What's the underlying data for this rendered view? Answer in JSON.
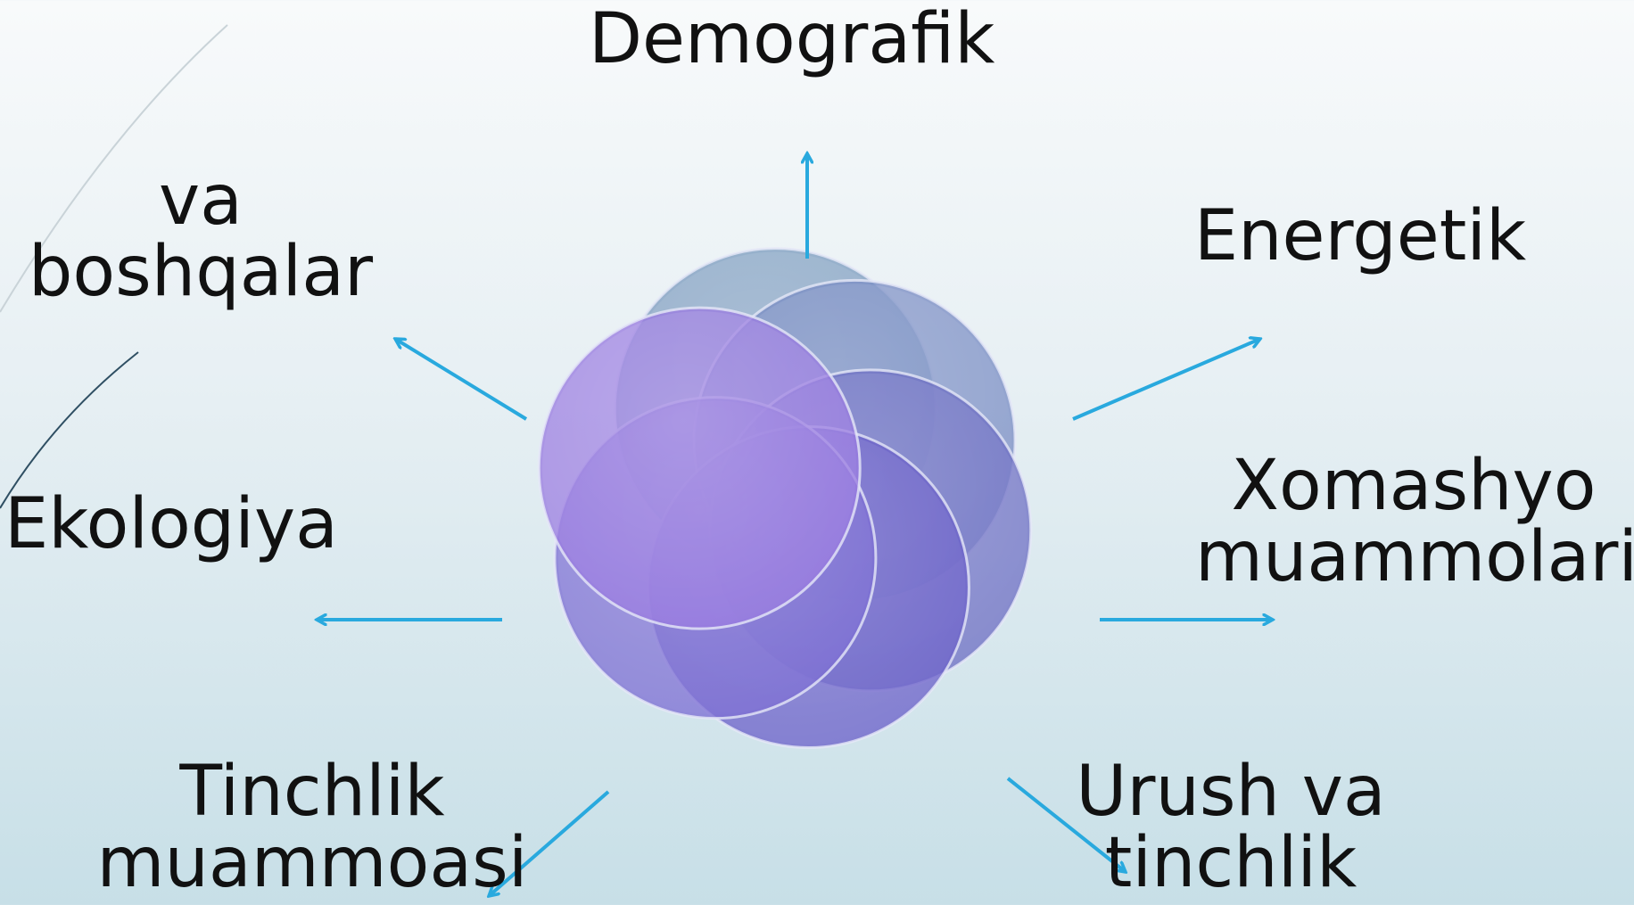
{
  "diagram": {
    "center_colors": [
      "#7f9dc0",
      "#7b8ec4",
      "#6f71c4",
      "#6d63c9",
      "#7d6fd3",
      "#9a7ce0"
    ],
    "arrow_color": "#29a9de",
    "labels": {
      "top": "Demografik",
      "top_right": "Energetik",
      "right_line1": "Xomashyo",
      "right_line2": "muammolari",
      "bottom_right_line1": "Urush va",
      "bottom_right_line2": "tinchlik",
      "bottom_left_line1": "Tinchlik",
      "bottom_left_line2": "muammoasi",
      "left": "Ekologiya",
      "top_left_line1": "va",
      "top_left_line2": "boshqalar"
    }
  }
}
